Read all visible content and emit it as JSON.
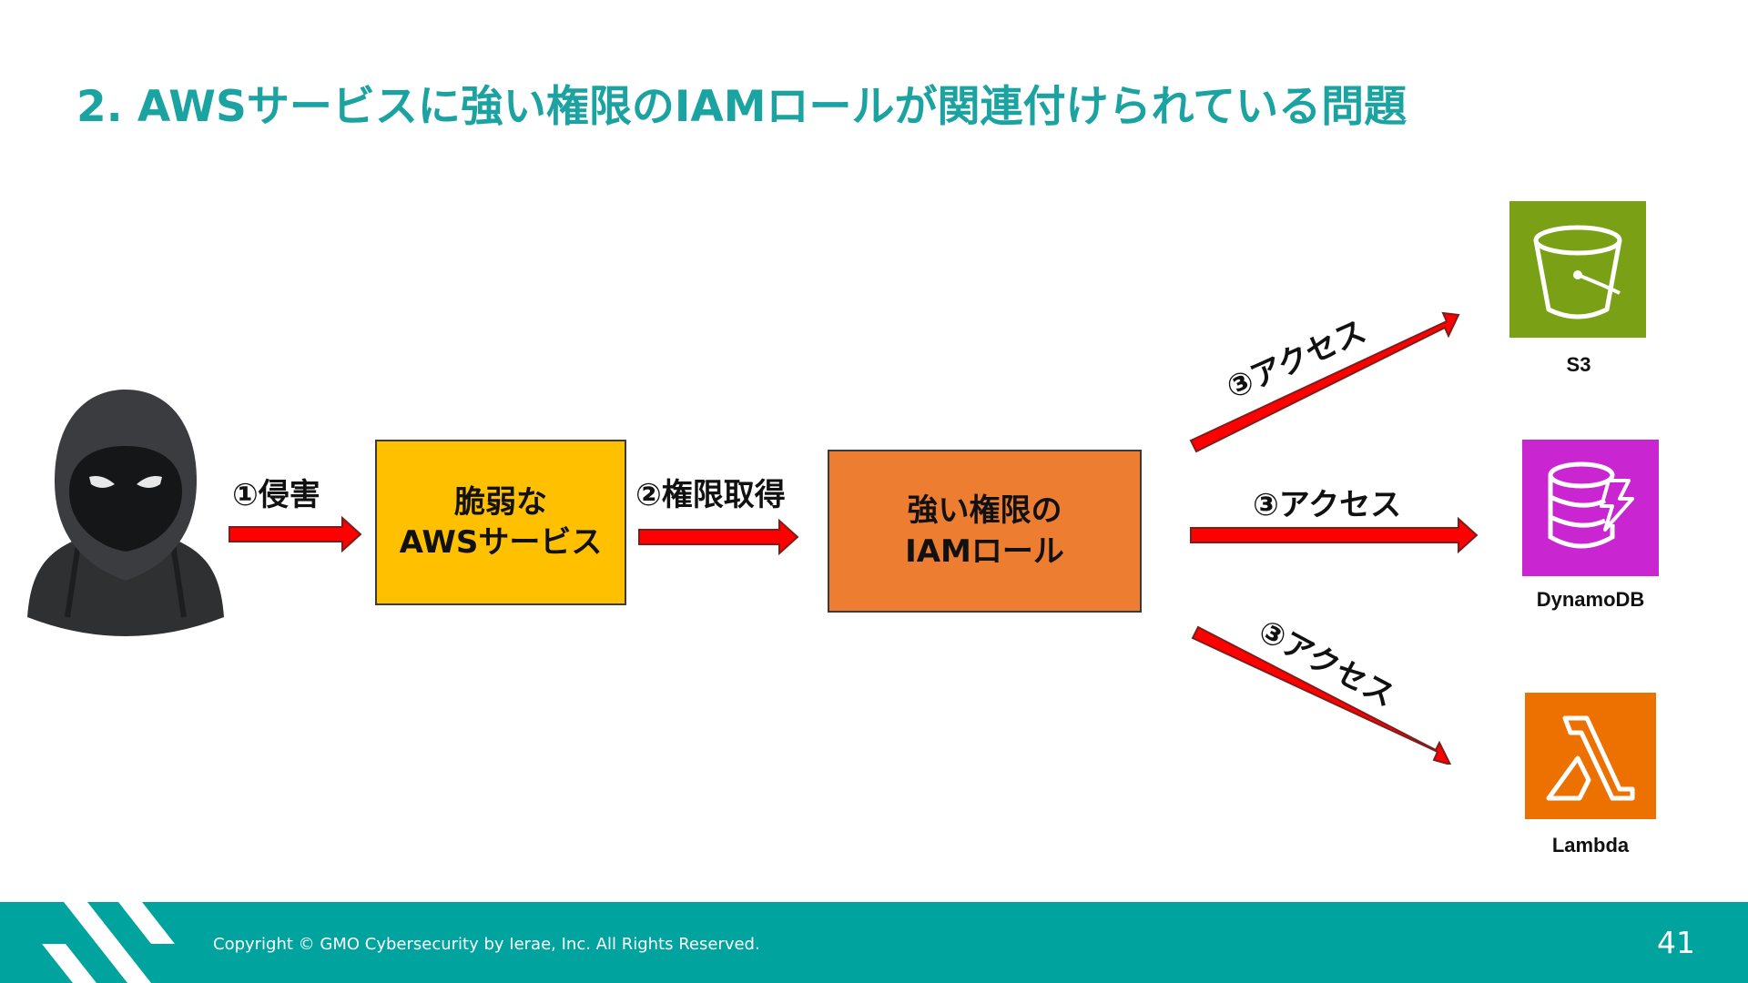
{
  "slide": {
    "title": "2. AWSサービスに強い権限のIAMロールが関連付けられている問題",
    "page_number": "41",
    "copyright": "Copyright © GMO Cybersecurity by Ierae, Inc. All Rights Reserved."
  },
  "diagram": {
    "steps": {
      "compromise": "①侵害",
      "privilege": "②権限取得",
      "access_s3": "③アクセス",
      "access_dynamo": "③アクセス",
      "access_lambda": "③アクセス"
    },
    "vulnerable_service": {
      "line1": "脆弱な",
      "line2": "AWSサービス"
    },
    "iam_role": {
      "line1": "強い権限の",
      "line2": "IAMロール"
    },
    "services": [
      {
        "name": "S3",
        "color": "#7aa116",
        "icon": "bucket-icon"
      },
      {
        "name": "DynamoDB",
        "color": "#c925d1",
        "icon": "database-bolt-icon"
      },
      {
        "name": "Lambda",
        "color": "#ed7100",
        "icon": "lambda-icon"
      }
    ]
  },
  "colors": {
    "title": "#1aa3a1",
    "footer": "#00a39d",
    "arrow": "#ff0000",
    "vulnerable_box": "#ffc000",
    "iam_box": "#ed7d31"
  }
}
